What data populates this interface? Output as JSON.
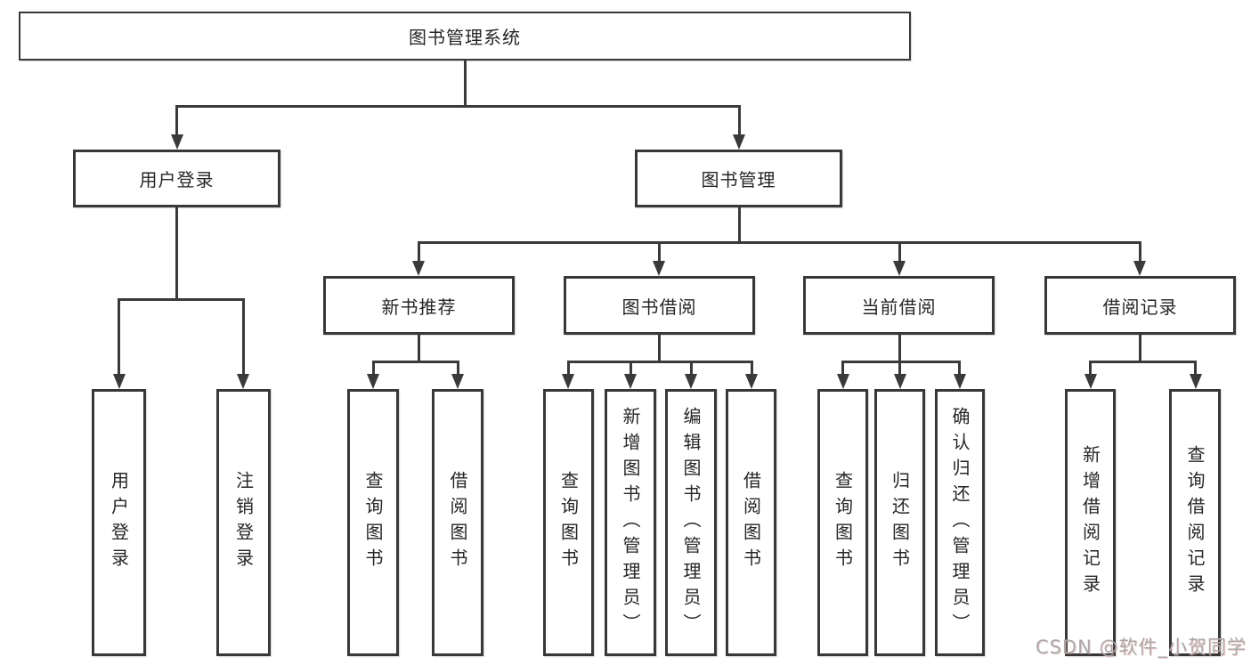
{
  "tree": {
    "root": {
      "label": "图书管理系统"
    },
    "branches": [
      {
        "label": "用户登录",
        "children": [
          "用户登录",
          "注销登录"
        ]
      },
      {
        "label": "图书管理",
        "sections": [
          {
            "label": "新书推荐",
            "children": [
              "查询图书",
              "借阅图书"
            ]
          },
          {
            "label": "图书借阅",
            "children": [
              "查询图书",
              "新增图书（管理员）",
              "编辑图书（管理员）",
              "借阅图书"
            ]
          },
          {
            "label": "当前借阅",
            "children": [
              "查询图书",
              "归还图书",
              "确认归还（管理员）"
            ]
          },
          {
            "label": "借阅记录",
            "children": [
              "新增借阅记录",
              "查询借阅记录"
            ]
          }
        ]
      }
    ]
  },
  "watermark": {
    "text": "CSDN @软件_小贺同学"
  },
  "colors": {
    "line": "#3a3a3a",
    "box_border": "#383838",
    "text": "#262626",
    "background": "#ffffff",
    "watermark": "#a9a9a9"
  }
}
